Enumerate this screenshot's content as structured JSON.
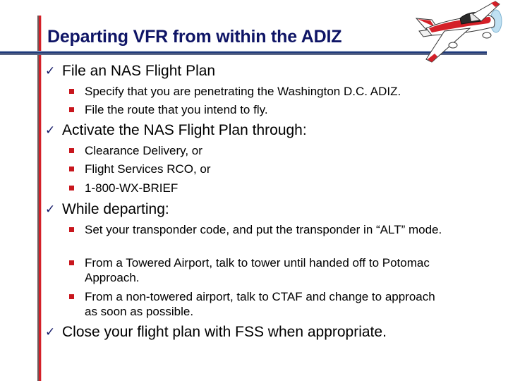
{
  "slide": {
    "title": "Departing VFR from within the ADIZ",
    "accent_colors": {
      "title": "#0f1566",
      "bullet": "#c8161d",
      "check": "#0f1566",
      "vertical_bar": "#d42028",
      "rule": "#1f3a7a"
    },
    "icons": {
      "check": "✓",
      "bullet": "square-bullet",
      "illustration": "airplane-clipart"
    },
    "items": [
      {
        "text": "File an NAS Flight Plan",
        "subitems": [
          "Specify that you are penetrating the Washington D.C. ADIZ.",
          "File the route that you intend to fly."
        ]
      },
      {
        "text": "Activate the NAS Flight Plan through:",
        "subitems": [
          "Clearance Delivery, or",
          "Flight Services RCO, or",
          "1-800-WX-BRIEF"
        ]
      },
      {
        "text": "While departing:",
        "subitems": [
          "Set your transponder code, and put the transponder in “ALT” mode.",
          "From a Towered Airport, talk to tower until handed off to Potomac Approach.",
          "From a non-towered airport, talk to CTAF and change to approach as soon as possible."
        ]
      },
      {
        "text": "Close your flight plan with FSS when appropriate.",
        "subitems": []
      }
    ]
  }
}
